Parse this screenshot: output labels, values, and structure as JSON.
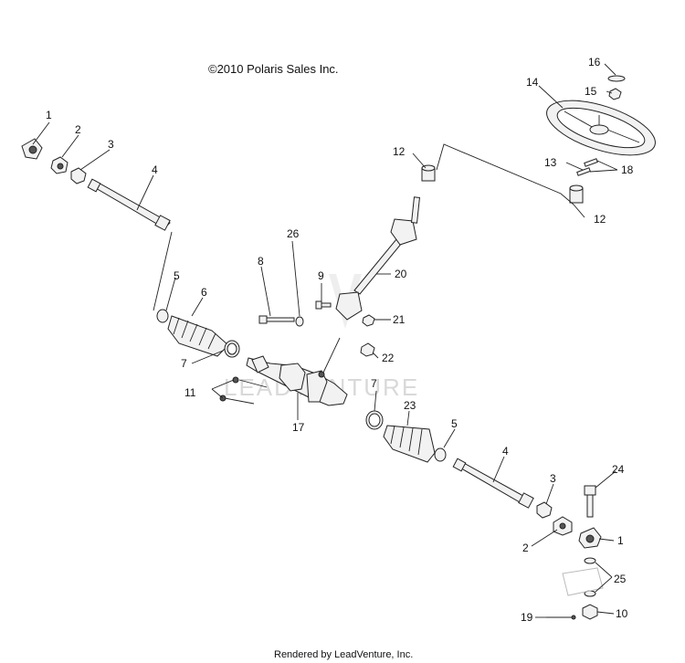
{
  "copyright": "©2010 Polaris Sales Inc.",
  "footer": "Rendered by LeadVenture, Inc.",
  "watermark": "LEADVENTURE",
  "callouts": {
    "c1a": "1",
    "c1b": "1",
    "c2a": "2",
    "c2b": "2",
    "c3a": "3",
    "c3b": "3",
    "c4a": "4",
    "c4b": "4",
    "c5a": "5",
    "c5b": "5",
    "c6": "6",
    "c7a": "7",
    "c7b": "7",
    "c8": "8",
    "c9": "9",
    "c10": "10",
    "c11": "11",
    "c12a": "12",
    "c12b": "12",
    "c13": "13",
    "c14": "14",
    "c15": "15",
    "c16": "16",
    "c17": "17",
    "c18": "18",
    "c19": "19",
    "c20": "20",
    "c21": "21",
    "c22": "22",
    "c23": "23",
    "c24": "24",
    "c25": "25",
    "c26": "26"
  }
}
